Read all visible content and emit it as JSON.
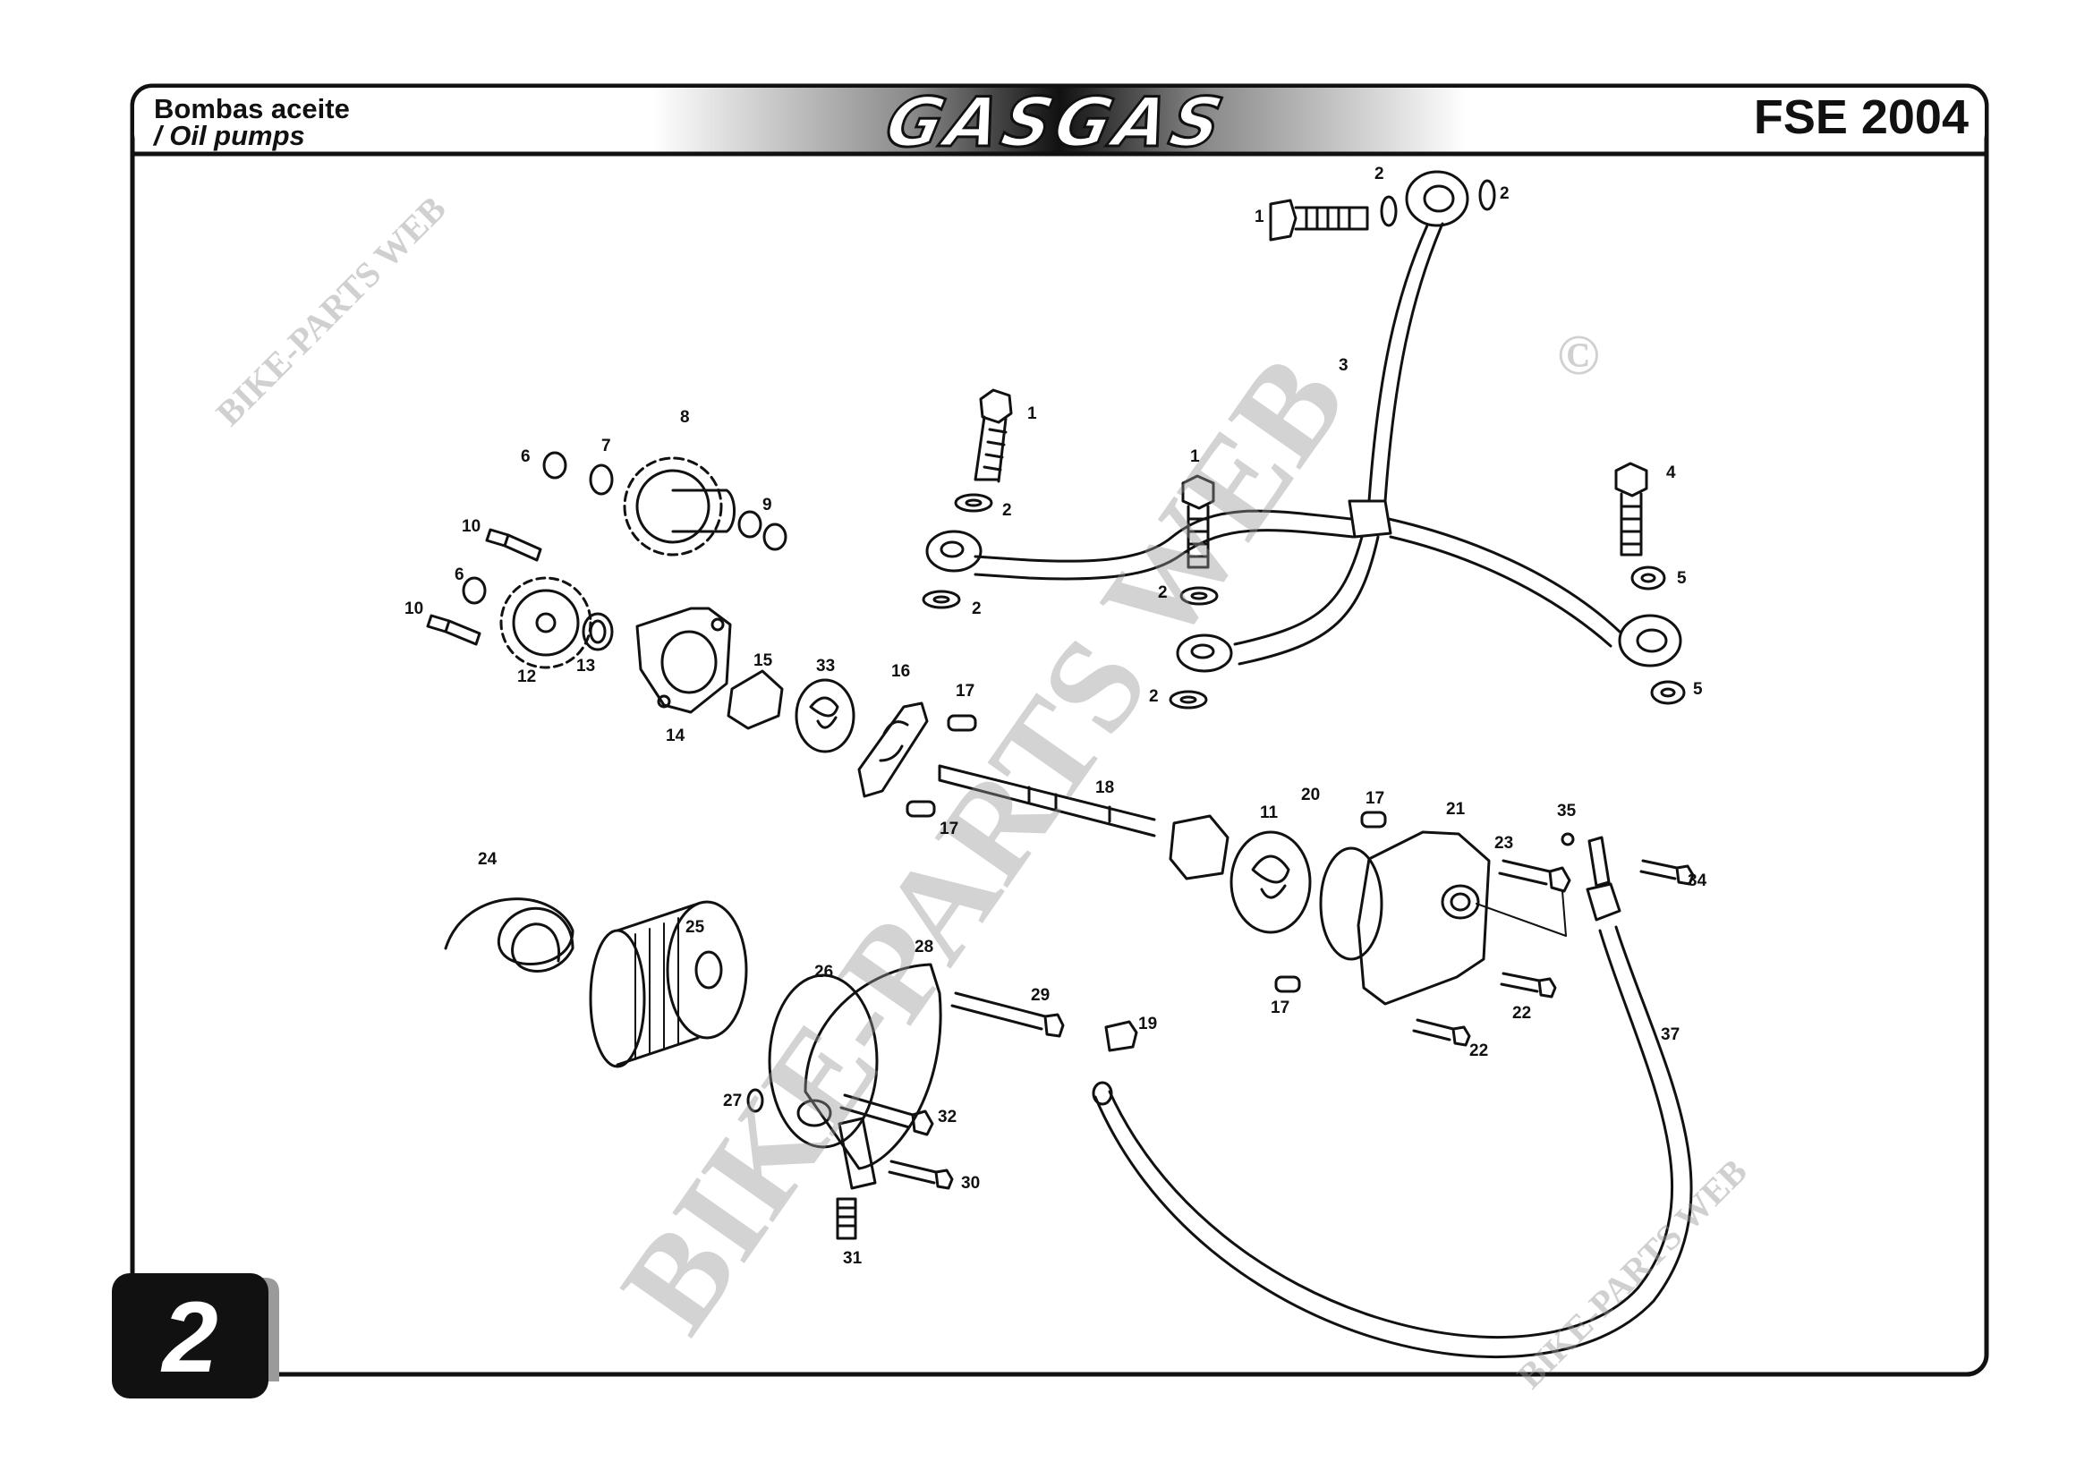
{
  "header": {
    "title_es": "Bombas aceite",
    "title_en": "/ Oil pumps",
    "brand": "GASGAS",
    "model": "FSE 2004"
  },
  "page_number": "2",
  "watermarks": {
    "main": "BIKE-PARTS WEB",
    "small_1": "BIKE-PARTS WEB",
    "small_2": "BIKE-PARTS WEB",
    "copyright": "©"
  },
  "callouts": [
    {
      "id": "c1a",
      "label": "1"
    },
    {
      "id": "c2a",
      "label": "2"
    },
    {
      "id": "c2b",
      "label": "2"
    },
    {
      "id": "c3",
      "label": "3"
    },
    {
      "id": "c1b",
      "label": "1"
    },
    {
      "id": "c1c",
      "label": "1"
    },
    {
      "id": "c4",
      "label": "4"
    },
    {
      "id": "c2c",
      "label": "2"
    },
    {
      "id": "c2d",
      "label": "2"
    },
    {
      "id": "c2e",
      "label": "2"
    },
    {
      "id": "c5a",
      "label": "5"
    },
    {
      "id": "c5b",
      "label": "5"
    },
    {
      "id": "c2f",
      "label": "2"
    },
    {
      "id": "c6a",
      "label": "6"
    },
    {
      "id": "c7",
      "label": "7"
    },
    {
      "id": "c8",
      "label": "8"
    },
    {
      "id": "c9",
      "label": "9"
    },
    {
      "id": "c10a",
      "label": "10"
    },
    {
      "id": "c6b",
      "label": "6"
    },
    {
      "id": "c10b",
      "label": "10"
    },
    {
      "id": "c12",
      "label": "12"
    },
    {
      "id": "c13",
      "label": "13"
    },
    {
      "id": "c14",
      "label": "14"
    },
    {
      "id": "c15",
      "label": "15"
    },
    {
      "id": "c33",
      "label": "33"
    },
    {
      "id": "c16",
      "label": "16"
    },
    {
      "id": "c17a",
      "label": "17"
    },
    {
      "id": "c17b",
      "label": "17"
    },
    {
      "id": "c18",
      "label": "18"
    },
    {
      "id": "c11",
      "label": "11"
    },
    {
      "id": "c20",
      "label": "20"
    },
    {
      "id": "c17c",
      "label": "17"
    },
    {
      "id": "c21",
      "label": "21"
    },
    {
      "id": "c35",
      "label": "35"
    },
    {
      "id": "c23",
      "label": "23"
    },
    {
      "id": "c34",
      "label": "34"
    },
    {
      "id": "c17d",
      "label": "17"
    },
    {
      "id": "c22a",
      "label": "22"
    },
    {
      "id": "c22b",
      "label": "22"
    },
    {
      "id": "c37",
      "label": "37"
    },
    {
      "id": "c24",
      "label": "24"
    },
    {
      "id": "c25",
      "label": "25"
    },
    {
      "id": "c26",
      "label": "26"
    },
    {
      "id": "c28",
      "label": "28"
    },
    {
      "id": "c29",
      "label": "29"
    },
    {
      "id": "c19",
      "label": "19"
    },
    {
      "id": "c27",
      "label": "27"
    },
    {
      "id": "c32",
      "label": "32"
    },
    {
      "id": "c30",
      "label": "30"
    },
    {
      "id": "c31",
      "label": "31"
    }
  ]
}
